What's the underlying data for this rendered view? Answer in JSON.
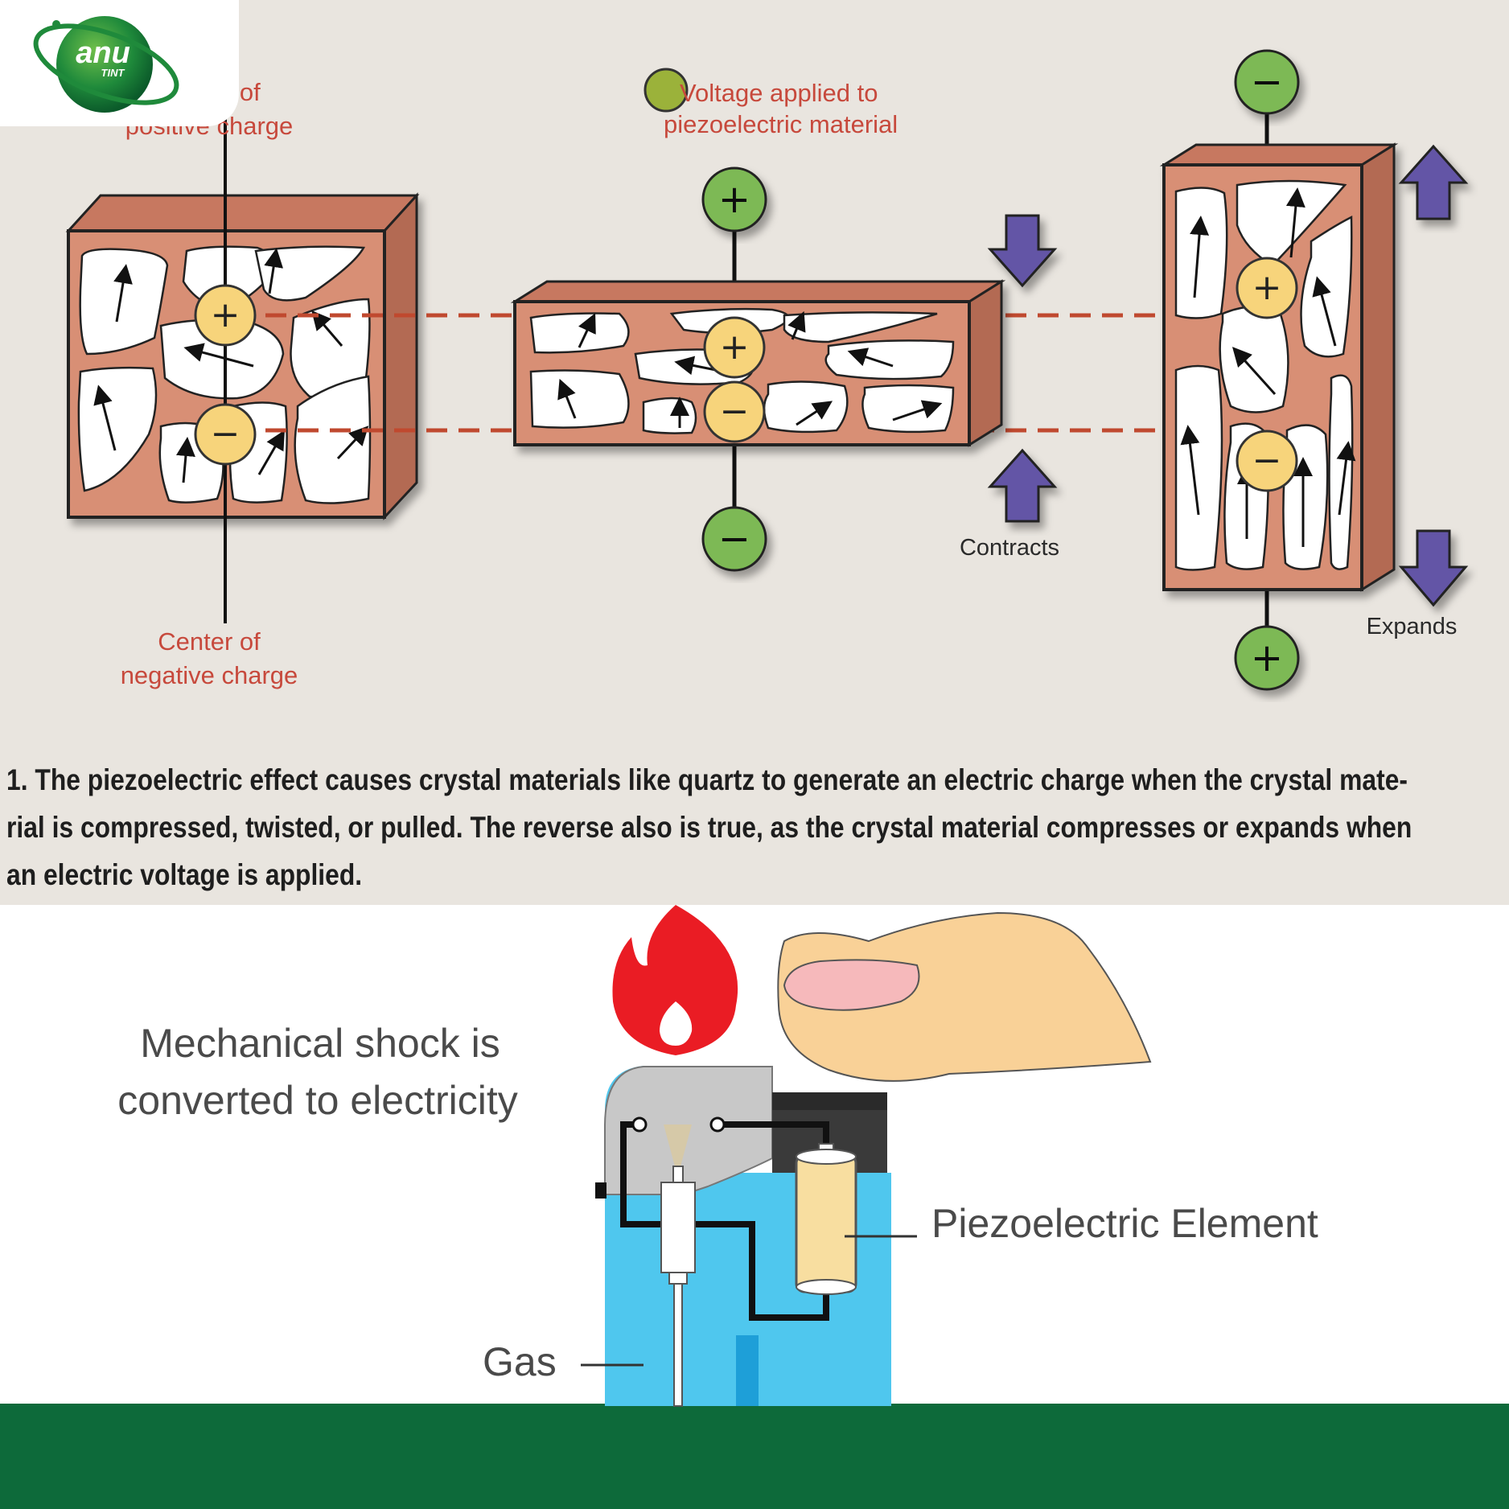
{
  "logo": {
    "text_main": "anu",
    "text_sub": "TINT"
  },
  "top_diagram": {
    "label_positive_line1": "Center of",
    "label_positive_line2": "positive charge",
    "label_negative_line1": "Center of",
    "label_negative_line2": "negative charge",
    "label_voltage_line1": "Voltage applied to",
    "label_voltage_line2": "piezoelectric material",
    "label_contracts": "Contracts",
    "label_expands": "Expands",
    "symbol_plus": "+",
    "symbol_minus": "−"
  },
  "caption": {
    "line1": "1. The piezoelectric effect causes crystal materials like quartz to generate an electric charge when the crystal mate-",
    "line2": "rial is compressed, twisted, or pulled. The reverse also is true, as the crystal material compresses or expands when",
    "line3": "an electric voltage is applied."
  },
  "bottom_diagram": {
    "label_shock_line1": "Mechanical shock is",
    "label_shock_line2": "converted to electricity",
    "label_piezo": "Piezoelectric Element",
    "label_gas": "Gas"
  },
  "colors": {
    "crystal_fill": "#d88f74",
    "node_green": "#7db955",
    "node_yellow": "#f7d47b",
    "arrow_purple": "#6454a6",
    "dashed_red": "#c0492f",
    "lighter_blue": "#4fc7ee",
    "flame_red": "#ea1c24",
    "footer_green": "#0d6a3a"
  }
}
